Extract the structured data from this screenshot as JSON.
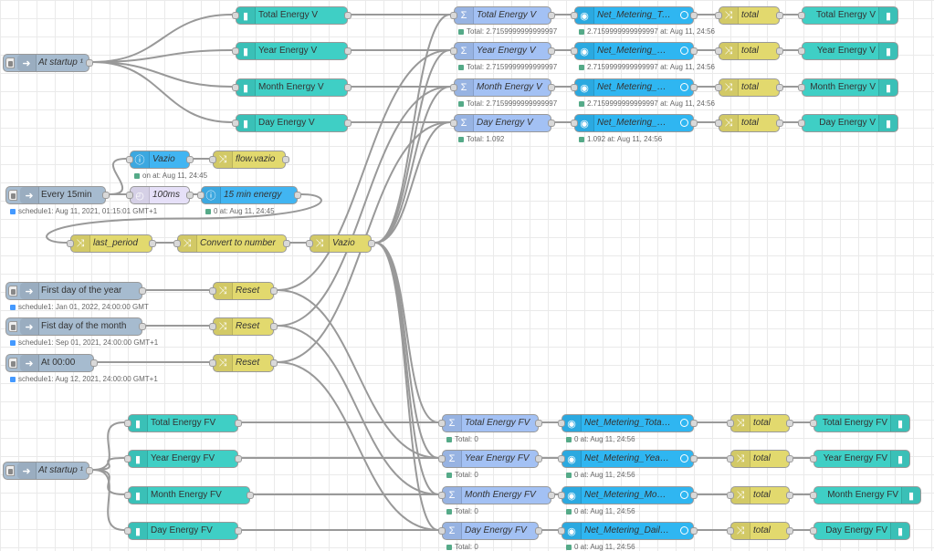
{
  "colors": {
    "inject": "#a6bbcf",
    "file": "#3fcfc5",
    "sum": "#a3c1f4",
    "variable": "#2fb6f1",
    "change": "#e2d96e",
    "delay": "#e6e0f8",
    "debug": "#41b5f2",
    "wire": "#999999"
  },
  "nodes": [
    {
      "id": "startupV",
      "kind": "inject",
      "label": "At startup ¹",
      "italic": true
    },
    {
      "id": "fTotalV",
      "kind": "file",
      "label": "Total Energy V"
    },
    {
      "id": "fYearV",
      "kind": "file",
      "label": "Year Energy V"
    },
    {
      "id": "fMonthV",
      "kind": "file",
      "label": "Month Energy V"
    },
    {
      "id": "fDayV",
      "kind": "file",
      "label": "Day Energy V"
    },
    {
      "id": "sTotalV",
      "kind": "sum",
      "label": "Total Energy V",
      "italic": true,
      "status": "Total: 2.7159999999999997",
      "statusColor": "green"
    },
    {
      "id": "sYearV",
      "kind": "sum",
      "label": "Year Energy V",
      "italic": true,
      "status": "Total: 2.7159999999999997",
      "statusColor": "green"
    },
    {
      "id": "sMonthV",
      "kind": "sum",
      "label": "Month Energy V",
      "italic": true,
      "status": "Total: 2.7159999999999997",
      "statusColor": "green"
    },
    {
      "id": "sDayV",
      "kind": "sum",
      "label": "Day Energy V",
      "italic": true,
      "status": "Total: 1.092",
      "statusColor": "green"
    },
    {
      "id": "nTotalV",
      "kind": "variable",
      "label": "Net_Metering_Total_V",
      "italic": true,
      "status": "2.7159999999999997 at: Aug 11, 24:56",
      "statusColor": "green"
    },
    {
      "id": "nYearV",
      "kind": "variable",
      "label": "Net_Metering_Yearly_V",
      "italic": true,
      "status": "2.7159999999999997 at: Aug 11, 24:56",
      "statusColor": "green"
    },
    {
      "id": "nMonthV",
      "kind": "variable",
      "label": "Net_Metering_Monthly_V",
      "italic": true,
      "status": "2.7159999999999997 at: Aug 11, 24:56",
      "statusColor": "green"
    },
    {
      "id": "nDayV",
      "kind": "variable",
      "label": "Net_Metering_Daily_V",
      "italic": true,
      "status": "1.092 at: Aug 11, 24:56",
      "statusColor": "green"
    },
    {
      "id": "tTotalV",
      "kind": "change",
      "label": "total",
      "italic": true
    },
    {
      "id": "tYearV",
      "kind": "change",
      "label": "total",
      "italic": true
    },
    {
      "id": "tMonthV",
      "kind": "change",
      "label": "total",
      "italic": true
    },
    {
      "id": "tDayV",
      "kind": "change",
      "label": "total",
      "italic": true
    },
    {
      "id": "oTotalV",
      "kind": "fileout",
      "label": "Total Energy V"
    },
    {
      "id": "oYearV",
      "kind": "fileout",
      "label": "Year Energy V"
    },
    {
      "id": "oMonthV",
      "kind": "fileout",
      "label": "Month Energy V"
    },
    {
      "id": "oDayV",
      "kind": "fileout",
      "label": "Day Energy V"
    },
    {
      "id": "vazioDbg",
      "kind": "debug",
      "label": "Vazio",
      "italic": true,
      "status": "on at: Aug 11, 24:45",
      "statusColor": "green"
    },
    {
      "id": "flowVazio",
      "kind": "change",
      "label": "flow.vazio",
      "italic": true
    },
    {
      "id": "every15",
      "kind": "inject",
      "label": "Every 15min",
      "status": "schedule1: Aug 11, 2021, 01:15:01 GMT+1",
      "statusColor": "blue"
    },
    {
      "id": "delay100",
      "kind": "delay",
      "label": "100ms",
      "italic": true
    },
    {
      "id": "energy15",
      "kind": "debug",
      "label": "15 min energy",
      "italic": true,
      "status": "0 at: Aug 11, 24:45",
      "statusColor": "green"
    },
    {
      "id": "lastPeriod",
      "kind": "change",
      "label": "last_period",
      "italic": true
    },
    {
      "id": "convert",
      "kind": "change",
      "label": "Convert to number",
      "italic": true
    },
    {
      "id": "vazioSw",
      "kind": "change",
      "label": "Vazio",
      "italic": true
    },
    {
      "id": "firstYear",
      "kind": "inject",
      "label": "First day of the year",
      "status": "schedule1: Jan 01, 2022, 24:00:00 GMT",
      "statusColor": "blue"
    },
    {
      "id": "firstMonth",
      "kind": "inject",
      "label": "Fist day of the month",
      "status": "schedule1: Sep 01, 2021, 24:00:00 GMT+1",
      "statusColor": "blue"
    },
    {
      "id": "at0000",
      "kind": "inject",
      "label": "At 00:00",
      "status": "schedule1: Aug 12, 2021, 24:00:00 GMT+1",
      "statusColor": "blue"
    },
    {
      "id": "resetY",
      "kind": "change",
      "label": "Reset",
      "italic": true
    },
    {
      "id": "resetM",
      "kind": "change",
      "label": "Reset",
      "italic": true
    },
    {
      "id": "resetD",
      "kind": "change",
      "label": "Reset",
      "italic": true
    },
    {
      "id": "startupFV",
      "kind": "inject",
      "label": "At startup ¹",
      "italic": true
    },
    {
      "id": "fTotalFV",
      "kind": "file",
      "label": "Total Energy FV"
    },
    {
      "id": "fYearFV",
      "kind": "file",
      "label": "Year Energy FV"
    },
    {
      "id": "fMonthFV",
      "kind": "file",
      "label": "Month Energy FV"
    },
    {
      "id": "fDayFV",
      "kind": "file",
      "label": "Day Energy FV"
    },
    {
      "id": "sTotalFV",
      "kind": "sum",
      "label": "Total Energy FV",
      "italic": true,
      "status": "Total: 0",
      "statusColor": "green"
    },
    {
      "id": "sYearFV",
      "kind": "sum",
      "label": "Year Energy FV",
      "italic": true,
      "status": "Total: 0",
      "statusColor": "green"
    },
    {
      "id": "sMonthFV",
      "kind": "sum",
      "label": "Month Energy FV",
      "italic": true,
      "status": "Total: 0",
      "statusColor": "green"
    },
    {
      "id": "sDayFV",
      "kind": "sum",
      "label": "Day Energy FV",
      "italic": true,
      "status": "Total: 0",
      "statusColor": "green"
    },
    {
      "id": "nTotalFV",
      "kind": "variable",
      "label": "Net_Metering_Total_FV",
      "italic": true,
      "status": "0 at: Aug 11, 24:56",
      "statusColor": "green"
    },
    {
      "id": "nYearFV",
      "kind": "variable",
      "label": "Net_Metering_Yearly_FV",
      "italic": true,
      "status": "0 at: Aug 11, 24:56",
      "statusColor": "green"
    },
    {
      "id": "nMonthFV",
      "kind": "variable",
      "label": "Net_Metering_Monthly_FV",
      "italic": true,
      "status": "0 at: Aug 11, 24:56",
      "statusColor": "green"
    },
    {
      "id": "nDayFV",
      "kind": "variable",
      "label": "Net_Metering_Daily_FV",
      "italic": true,
      "status": "0 at: Aug 11, 24:56",
      "statusColor": "green"
    },
    {
      "id": "tTotalFV",
      "kind": "change",
      "label": "total",
      "italic": true
    },
    {
      "id": "tYearFV",
      "kind": "change",
      "label": "total",
      "italic": true
    },
    {
      "id": "tMonthFV",
      "kind": "change",
      "label": "total",
      "italic": true
    },
    {
      "id": "tDayFV",
      "kind": "change",
      "label": "total",
      "italic": true
    },
    {
      "id": "oTotalFV",
      "kind": "fileout",
      "label": "Total Energy FV"
    },
    {
      "id": "oYearFV",
      "kind": "fileout",
      "label": "Year Energy FV"
    },
    {
      "id": "oMonthFV",
      "kind": "fileout",
      "label": "Month Energy FV"
    },
    {
      "id": "oDayFV",
      "kind": "fileout",
      "label": "Day Energy FV"
    }
  ],
  "wires": [
    [
      "startupV",
      "fTotalV"
    ],
    [
      "startupV",
      "fYearV"
    ],
    [
      "startupV",
      "fMonthV"
    ],
    [
      "startupV",
      "fDayV"
    ],
    [
      "fTotalV",
      "sTotalV"
    ],
    [
      "fYearV",
      "sYearV"
    ],
    [
      "fMonthV",
      "sMonthV"
    ],
    [
      "fDayV",
      "sDayV"
    ],
    [
      "sTotalV",
      "nTotalV"
    ],
    [
      "sYearV",
      "nYearV"
    ],
    [
      "sMonthV",
      "nMonthV"
    ],
    [
      "sDayV",
      "nDayV"
    ],
    [
      "nTotalV",
      "tTotalV"
    ],
    [
      "nYearV",
      "tYearV"
    ],
    [
      "nMonthV",
      "tMonthV"
    ],
    [
      "nDayV",
      "tDayV"
    ],
    [
      "tTotalV",
      "oTotalV"
    ],
    [
      "tYearV",
      "oYearV"
    ],
    [
      "tMonthV",
      "oMonthV"
    ],
    [
      "tDayV",
      "oDayV"
    ],
    [
      "every15",
      "vazioDbg"
    ],
    [
      "every15",
      "delay100"
    ],
    [
      "vazioDbg",
      "flowVazio"
    ],
    [
      "delay100",
      "energy15"
    ],
    [
      "energy15",
      "lastPeriod"
    ],
    [
      "lastPeriod",
      "convert"
    ],
    [
      "convert",
      "vazioSw"
    ],
    [
      "vazioSw",
      "sTotalV"
    ],
    [
      "vazioSw",
      "sYearV"
    ],
    [
      "vazioSw",
      "sMonthV"
    ],
    [
      "vazioSw",
      "sDayV"
    ],
    [
      "vazioSw",
      "sTotalFV"
    ],
    [
      "vazioSw",
      "sYearFV"
    ],
    [
      "vazioSw",
      "sMonthFV"
    ],
    [
      "vazioSw",
      "sDayFV"
    ],
    [
      "firstYear",
      "resetY"
    ],
    [
      "firstMonth",
      "resetM"
    ],
    [
      "at0000",
      "resetD"
    ],
    [
      "resetY",
      "sYearV"
    ],
    [
      "resetM",
      "sMonthV"
    ],
    [
      "resetD",
      "sDayV"
    ],
    [
      "resetY",
      "sYearFV"
    ],
    [
      "resetM",
      "sMonthFV"
    ],
    [
      "resetD",
      "sDayFV"
    ],
    [
      "startupFV",
      "fTotalFV"
    ],
    [
      "startupFV",
      "fYearFV"
    ],
    [
      "startupFV",
      "fMonthFV"
    ],
    [
      "startupFV",
      "fDayFV"
    ],
    [
      "fTotalFV",
      "sTotalFV"
    ],
    [
      "fYearFV",
      "sYearFV"
    ],
    [
      "fMonthFV",
      "sMonthFV"
    ],
    [
      "fDayFV",
      "sDayFV"
    ],
    [
      "sTotalFV",
      "nTotalFV"
    ],
    [
      "sYearFV",
      "nYearFV"
    ],
    [
      "sMonthFV",
      "nMonthFV"
    ],
    [
      "sDayFV",
      "nDayFV"
    ],
    [
      "nTotalFV",
      "tTotalFV"
    ],
    [
      "nYearFV",
      "tYearFV"
    ],
    [
      "nMonthFV",
      "tMonthFV"
    ],
    [
      "nDayFV",
      "tDayFV"
    ],
    [
      "tTotalFV",
      "oTotalFV"
    ],
    [
      "tYearFV",
      "oYearFV"
    ],
    [
      "tMonthFV",
      "oMonthFV"
    ],
    [
      "tDayFV",
      "oDayFV"
    ]
  ]
}
